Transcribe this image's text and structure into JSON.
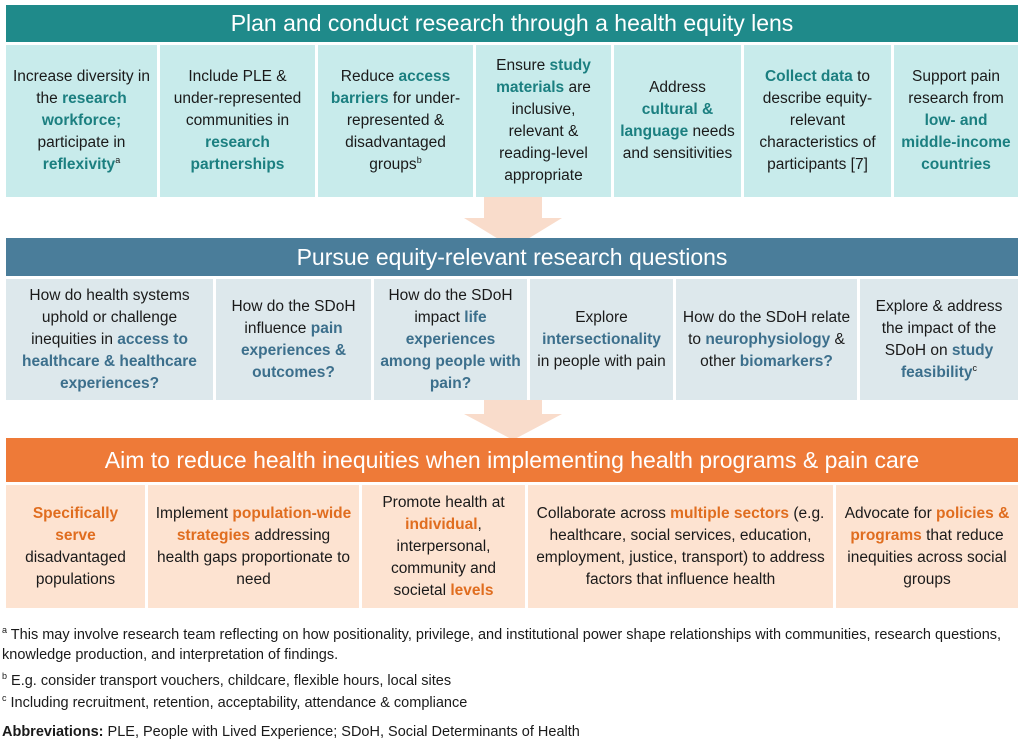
{
  "sections": [
    {
      "title": "Plan and conduct research through a health equity lens",
      "cells": [
        {
          "parts": [
            {
              "t": "Increase diversity in the "
            },
            {
              "t": "research workforce;",
              "hl": true
            },
            {
              "t": " participate in "
            },
            {
              "t": "reflexivity",
              "hl": true
            },
            {
              "t": "a",
              "sup": true
            }
          ]
        },
        {
          "parts": [
            {
              "t": "Include PLE & under-represented communities in "
            },
            {
              "t": "research partnerships",
              "hl": true
            }
          ]
        },
        {
          "parts": [
            {
              "t": "Reduce "
            },
            {
              "t": "access barriers",
              "hl": true
            },
            {
              "t": " for under-represented & disadvantaged groups"
            },
            {
              "t": "b",
              "sup": true
            }
          ]
        },
        {
          "parts": [
            {
              "t": "Ensure "
            },
            {
              "t": "study materials",
              "hl": true
            },
            {
              "t": " are inclusive, relevant & reading-level appropriate"
            }
          ]
        },
        {
          "parts": [
            {
              "t": "Address "
            },
            {
              "t": "cultural & language",
              "hl": true
            },
            {
              "t": " needs and sensitivities"
            }
          ]
        },
        {
          "parts": [
            {
              "t": "Collect data",
              "hl": true
            },
            {
              "t": " to describe equity-relevant characteristics of participants [7]"
            }
          ]
        },
        {
          "parts": [
            {
              "t": "Support pain research from "
            },
            {
              "t": "low- and middle-income countries",
              "hl": true
            }
          ]
        }
      ]
    },
    {
      "title": "Pursue equity-relevant research questions",
      "cells": [
        {
          "parts": [
            {
              "t": "How do health systems uphold or challenge inequities in "
            },
            {
              "t": "access to healthcare & healthcare experiences?",
              "hl": true
            }
          ]
        },
        {
          "parts": [
            {
              "t": "How do the SDoH influence "
            },
            {
              "t": "pain experiences & outcomes?",
              "hl": true
            }
          ]
        },
        {
          "parts": [
            {
              "t": "How do the SDoH impact "
            },
            {
              "t": "life experiences among people with pain?",
              "hl": true
            }
          ]
        },
        {
          "parts": [
            {
              "t": "Explore "
            },
            {
              "t": "intersectionality",
              "hl": true
            },
            {
              "t": " in people with pain"
            }
          ]
        },
        {
          "parts": [
            {
              "t": "How do the SDoH relate to "
            },
            {
              "t": "neurophysiology",
              "hl": true
            },
            {
              "t": " & other "
            },
            {
              "t": "biomarkers?",
              "hl": true
            }
          ]
        },
        {
          "parts": [
            {
              "t": "Explore & address the impact of the SDoH on "
            },
            {
              "t": "study feasibility",
              "hl": true
            },
            {
              "t": "c",
              "sup": true
            }
          ]
        }
      ]
    },
    {
      "title": "Aim to reduce health inequities when implementing health programs & pain care",
      "cells": [
        {
          "parts": [
            {
              "t": "Specifically serve",
              "hl": true
            },
            {
              "t": " disadvantaged populations"
            }
          ]
        },
        {
          "parts": [
            {
              "t": "Implement "
            },
            {
              "t": "population-wide strategies",
              "hl": true
            },
            {
              "t": " addressing health gaps proportionate to need"
            }
          ]
        },
        {
          "parts": [
            {
              "t": "Promote health at "
            },
            {
              "t": "individual",
              "hl": true
            },
            {
              "t": ", interpersonal, community and societal "
            },
            {
              "t": "levels",
              "hl": true
            }
          ]
        },
        {
          "parts": [
            {
              "t": "Collaborate across "
            },
            {
              "t": "multiple sectors",
              "hl": true
            },
            {
              "t": " (e.g. healthcare, social services, education, employment, justice, transport) to address factors that influence health"
            }
          ]
        },
        {
          "parts": [
            {
              "t": "Advocate for "
            },
            {
              "t": "policies & programs",
              "hl": true
            },
            {
              "t": " that reduce inequities across social groups"
            }
          ]
        }
      ]
    }
  ],
  "footnotes": [
    {
      "mark": "a",
      "text": "This may involve research team reflecting on how positionality, privilege, and institutional power shape relationships with communities, research questions, knowledge production, and interpretation of findings."
    },
    {
      "mark": "b",
      "text": "E.g. consider transport vouchers, childcare, flexible hours, local sites"
    },
    {
      "mark": "c",
      "text": "Including recruitment, retention, acceptability, attendance & compliance"
    }
  ],
  "abbreviations": {
    "label": "Abbreviations:",
    "text": " PLE, People with Lived Experience; SDoH, Social Determinants of Health"
  },
  "colors": {
    "section1": "#1f8a8a",
    "section2": "#4a7d9a",
    "section3": "#ee7a38",
    "arrow": "#f9dccb"
  }
}
